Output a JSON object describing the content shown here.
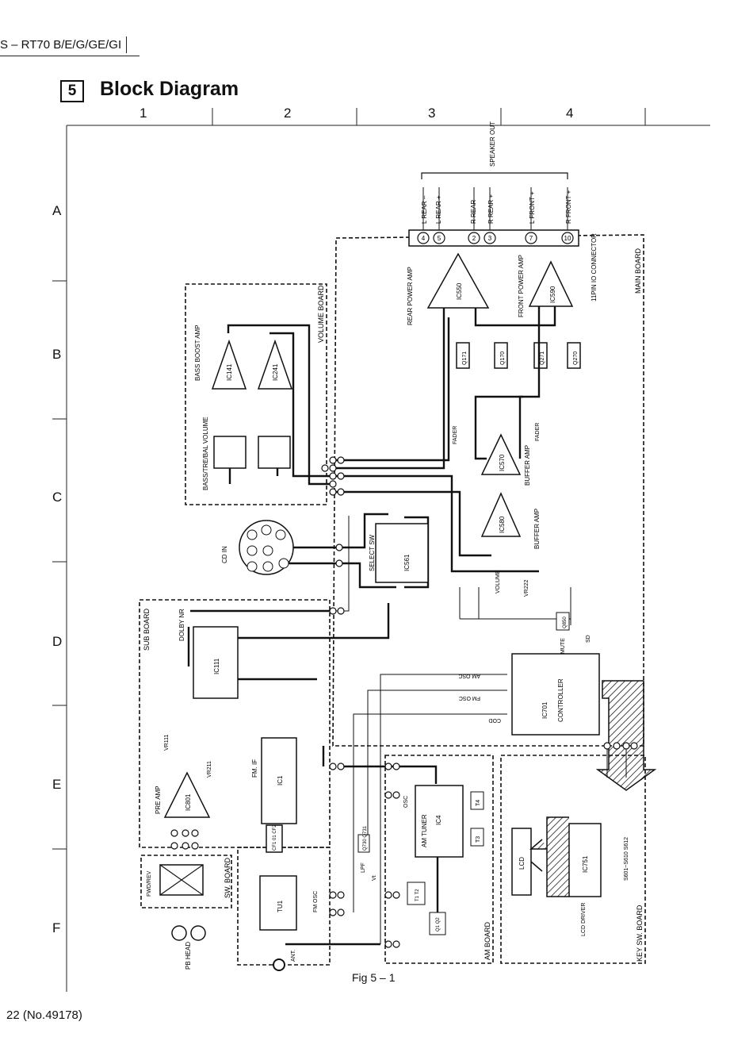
{
  "header": {
    "model": "S – RT70 B/E/G/GE/GI"
  },
  "section": {
    "number": "5",
    "title": "Block Diagram"
  },
  "grid": {
    "columns": [
      "1",
      "2",
      "3",
      "4"
    ],
    "rows": [
      "A",
      "B",
      "C",
      "D",
      "E",
      "F"
    ]
  },
  "boards": {
    "volume": "VOLUME BOARD",
    "main": "MAIN BOARD",
    "sub": "SUB BOARD",
    "sw": "SW. BOARD",
    "am": "AM BOARD",
    "key": "KEY SW. BOARD"
  },
  "blocks": {
    "bass_boost": "BASS BOOST AMP",
    "tone": "BASS/TRE/BAL VOLUME",
    "ic141": "IC141",
    "ic241": "IC241",
    "rear_power": "REAR POWER AMP",
    "front_power": "FRONT POWER AMP",
    "ic550": "IC550",
    "ic590": "IC590",
    "q171": "Q171",
    "q170": "Q170",
    "q271": "Q271",
    "q270": "Q270",
    "fader": "FADER",
    "ic570": "IC570",
    "ic580": "IC580",
    "buffer1": "BUFFER AMP",
    "buffer2": "BUFFER AMP",
    "volume": "VOLUME",
    "vr222": "VR222",
    "ic561": "IC561",
    "select_sw": "SELECT SW",
    "cd_in": "CD IN",
    "connector": "11PIN IO CONNECTOR",
    "speaker_out": "SPEAKER OUT",
    "q850": "Q850",
    "mute": "MUTE",
    "sd": "SD",
    "ic701": "IC701",
    "controller": "CONTROLLER",
    "am_osc": "AM OSC",
    "fm_osc": "FM OSC",
    "cod": "COD",
    "ic111": "IC111",
    "dolby": "DOLBY NR",
    "vr111": "VR111",
    "vr211": "VR211",
    "ic801": "IC801",
    "pre_amp": "PRE AMP",
    "fm_if": "FM. IF",
    "ic1": "IC1",
    "cf": "CF1 01 CF2",
    "tu1": "TU1",
    "ant": "ANT.",
    "fm_osc2": "FM OSC",
    "lpf": "LPF",
    "q730": "Q730 Q731",
    "vt": "Vt",
    "am_tuner": "AM TUNER",
    "ic4": "IC4",
    "osc": "OSC",
    "t1": "T1 T2",
    "t3": "T3",
    "t4": "T4",
    "q1": "Q1 Q2",
    "lcd": "LCD",
    "ic751": "IC751",
    "lcd_driver": "LCD DRIVER",
    "s601": "S601~S610 S612",
    "fwd_rev": "FWD/REV",
    "pb_head": "PB HEAD"
  },
  "speaker_terms": [
    "L REAR –",
    "L REAR +",
    "R REAR–",
    "R REAR +",
    "L FRONT +",
    "R FRONT +"
  ],
  "connector_pins": [
    "4",
    "5",
    "2",
    "3",
    "7",
    "10"
  ],
  "caption": "Fig 5 – 1",
  "page": "22  (No.49178)"
}
